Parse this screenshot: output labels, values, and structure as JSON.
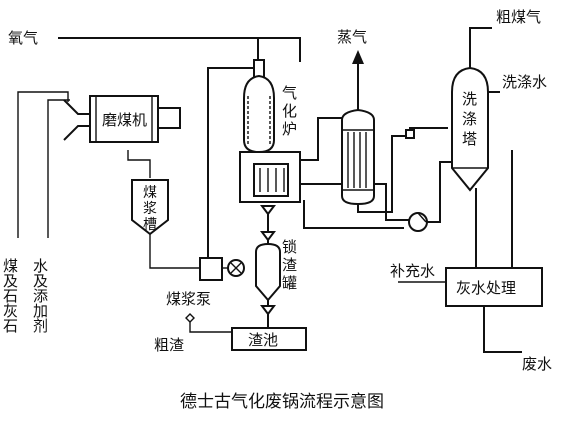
{
  "labels": {
    "oxygen": "氧气",
    "steam": "蒸气",
    "raw_syngas": "粗煤气",
    "wash_water": "洗涤水",
    "gasifier": "气化炉",
    "coal_mill": "磨煤机",
    "slurry_tank": "煤浆槽",
    "scrubber": "洗涤塔",
    "lock_hopper": "锁渣罐",
    "slurry_pump": "煤浆泵",
    "coarse_slag": "粗渣",
    "slag_pool": "渣池",
    "makeup_water": "补充水",
    "grey_water_treatment": "灰水处理",
    "waste_water": "废水",
    "coal_limestone": "煤及石灰石",
    "water_additive": "水及添加剂"
  },
  "caption": "德士古气化废锅流程示意图"
}
